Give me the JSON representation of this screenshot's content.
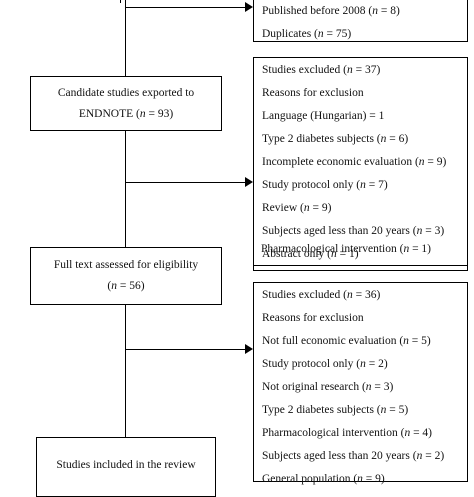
{
  "top_exclusions": {
    "items": [
      {
        "label": "Published before 2008 (",
        "n": "n",
        "suffix": " = 8)"
      },
      {
        "label": "Duplicates (",
        "n": "n",
        "suffix": " = 75)"
      }
    ]
  },
  "candidate_box": {
    "line1": "Candidate studies exported to",
    "line2_prefix": "ENDNOTE (",
    "line2_n": "n",
    "line2_suffix": " = 93)"
  },
  "exclusions_1": {
    "items": [
      {
        "label": "Studies excluded (",
        "n": "n",
        "suffix": " = 37)"
      },
      {
        "label": "Reasons for exclusion",
        "n": "",
        "suffix": ""
      },
      {
        "label": "Language (Hungarian) = 1",
        "n": "",
        "suffix": ""
      },
      {
        "label": "Type 2 diabetes subjects (",
        "n": "n",
        "suffix": " = 6)"
      },
      {
        "label": "Incomplete economic evaluation (",
        "n": "n",
        "suffix": " = 9)"
      },
      {
        "label": "Study protocol only (",
        "n": "n",
        "suffix": " = 7)"
      },
      {
        "label": "Review (",
        "n": "n",
        "suffix": " = 9)"
      },
      {
        "label": "Subjects aged less than 20 years (",
        "n": "n",
        "suffix": " = 3)"
      },
      {
        "label": "Abstract only (",
        "n": "n",
        "suffix": " = 1)"
      },
      {
        "label": "Pharmacological intervention (",
        "n": "n",
        "suffix": " = 1)"
      }
    ]
  },
  "fulltext_box": {
    "line1": "Full text assessed for eligibility",
    "line2_prefix": "(",
    "line2_n": "n",
    "line2_suffix": " = 56)"
  },
  "exclusions_2": {
    "items": [
      {
        "label": "Studies excluded (",
        "n": "n",
        "suffix": " = 36)"
      },
      {
        "label": "Reasons for exclusion",
        "n": "",
        "suffix": ""
      },
      {
        "label": "Not full economic evaluation (",
        "n": "n",
        "suffix": " = 5)"
      },
      {
        "label": "Study protocol only (",
        "n": "n",
        "suffix": " = 2)"
      },
      {
        "label": "Not original research (",
        "n": "n",
        "suffix": " = 3)"
      },
      {
        "label": "Type 2 diabetes subjects (",
        "n": "n",
        "suffix": " = 5)"
      },
      {
        "label": "Pharmacological intervention (",
        "n": "n",
        "suffix": " = 4)"
      },
      {
        "label": "Subjects aged less than 20 years (",
        "n": "n",
        "suffix": " = 2)"
      },
      {
        "label": "General population (",
        "n": "n",
        "suffix": " = 9)"
      }
    ]
  },
  "included_box": {
    "line1": "Studies included in the review"
  }
}
